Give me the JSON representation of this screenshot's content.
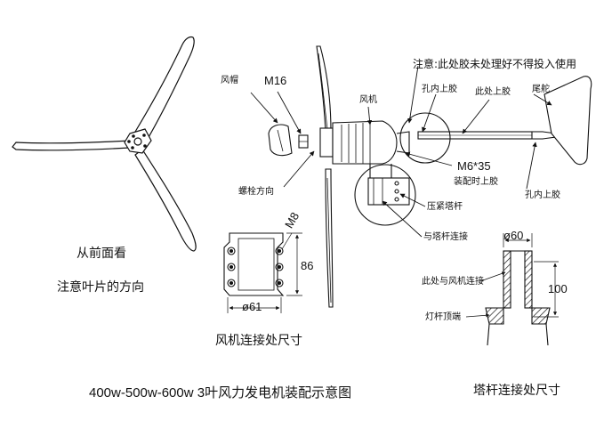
{
  "title": "400w-500w-600w 3叶风力发电机装配示意图",
  "front_view": {
    "caption_1": "从前面看",
    "caption_2": "注意叶片的方向"
  },
  "assembly": {
    "hub_cap": "风帽",
    "bolt": "M16",
    "bolt_direction": "螺栓方向",
    "generator": "风机",
    "note": "注意:此处胶未处理好不得投入使用",
    "hole_glue_top": "孔内上胶",
    "glue_here": "此处上胶",
    "tail_fin": "尾舵",
    "screw": "M6*35",
    "glue_on_assembly": "装配时上胶",
    "hole_glue_bottom": "孔内上胶",
    "clamp_tower": "压紧塔杆",
    "tower_connect": "与塔杆连接"
  },
  "fan_connect": {
    "dim_width": "ø61",
    "dim_height": "86",
    "dim_bolt": "M8",
    "caption": "风机连接处尺寸"
  },
  "tower_connect": {
    "dim_diameter": "ø60",
    "dim_height": "100",
    "label_connect": "此处与风机连接",
    "label_lamp": "灯杆顶端",
    "caption": "塔杆连接处尺寸"
  }
}
